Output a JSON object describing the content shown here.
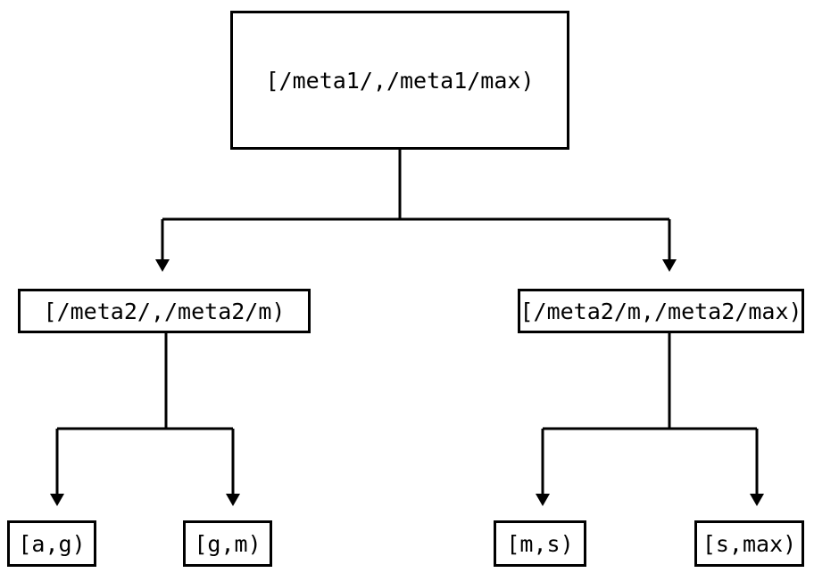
{
  "diagram": {
    "type": "tree",
    "title": "",
    "orientation": "top-down",
    "colors": {
      "stroke": "#000000",
      "fill": "#ffffff",
      "text": "#000000",
      "background": "#ffffff"
    },
    "nodes": {
      "root": {
        "label": "[/meta1/,/meta1/max)"
      },
      "mid_left": {
        "label": "[/meta2/,/meta2/m)"
      },
      "mid_right": {
        "label": "[/meta2/m,/meta2/max)"
      },
      "leaf_ag": {
        "label": "[a,g)"
      },
      "leaf_gm": {
        "label": "[g,m)"
      },
      "leaf_ms": {
        "label": "[m,s)"
      },
      "leaf_smax": {
        "label": "[s,max)"
      }
    },
    "edges": [
      {
        "from": "root",
        "to": "mid_left",
        "arrow": "down"
      },
      {
        "from": "root",
        "to": "mid_right",
        "arrow": "down"
      },
      {
        "from": "mid_left",
        "to": "leaf_ag",
        "arrow": "down"
      },
      {
        "from": "mid_left",
        "to": "leaf_gm",
        "arrow": "down"
      },
      {
        "from": "mid_right",
        "to": "leaf_ms",
        "arrow": "down"
      },
      {
        "from": "mid_right",
        "to": "leaf_smax",
        "arrow": "down"
      }
    ]
  }
}
